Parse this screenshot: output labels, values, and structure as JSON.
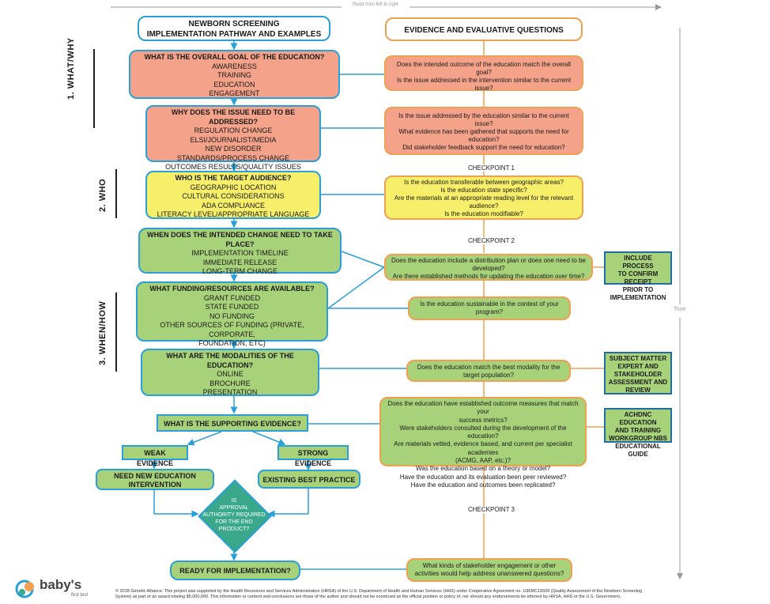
{
  "top_note": "Read from left to right",
  "time_label": "Time",
  "left_title": [
    "NEWBORN SCREENING",
    "IMPLEMENTATION PATHWAY AND EXAMPLES"
  ],
  "right_title": "EVIDENCE AND EVALUATIVE QUESTIONS",
  "sections": {
    "what_why": "1. WHAT/WHY",
    "who": "2. WHO",
    "when_how": "3. WHEN/HOW"
  },
  "boxes": {
    "goal": {
      "header": "WHAT IS THE OVERALL GOAL OF THE EDUCATION?",
      "items": [
        "AWARENESS",
        "TRAINING",
        "EDUCATION",
        "ENGAGEMENT"
      ]
    },
    "issue": {
      "header": "WHY DOES THE ISSUE NEED TO BE ADDRESSED?",
      "items": [
        "REGULATION CHANGE",
        "ELSI/JOURNALIST/MEDIA",
        "NEW DISORDER",
        "STANDARDS/PROCESS CHANGE",
        "OUTCOMES RESULTS/QUALITY ISSUES"
      ]
    },
    "audience": {
      "header": "WHO IS THE TARGET AUDIENCE?",
      "items": [
        "GEOGRAPHIC LOCATION",
        "CULTURAL CONSIDERATIONS",
        "ADA COMPLIANCE",
        "LITERACY LEVEL/APPROPRIATE LANGUAGE"
      ]
    },
    "timing": {
      "header": "WHEN DOES THE INTENDED CHANGE NEED TO TAKE PLACE?",
      "items": [
        "IMPLEMENTATION TIMELINE",
        "IMMEDIATE RELEASE",
        "LONG-TERM CHANGE"
      ]
    },
    "funding": {
      "header": "WHAT FUNDING/RESOURCES ARE AVAILABLE?",
      "items": [
        "GRANT FUNDED",
        "STATE FUNDED",
        "NO FUNDING",
        "OTHER SOURCES OF FUNDING (PRIVATE, CORPORATE,",
        "FOUNDATION, ETC)"
      ]
    },
    "modalities": {
      "header": "WHAT ARE THE MODALITIES OF THE EDUCATION?",
      "items": [
        "ONLINE",
        "BROCHURE",
        "PRESENTATION"
      ]
    }
  },
  "evidence": {
    "supporting": "WHAT IS THE SUPPORTING EVIDENCE?",
    "weak": "WEAK EVIDENCE",
    "strong": "STRONG EVIDENCE",
    "new_intervention": [
      "NEED NEW EDUCATION",
      "INTERVENTION"
    ],
    "best_practice": "EXISTING BEST PRACTICE",
    "approval": [
      "IS",
      "APPROVAL",
      "AUTHORITY REQUIRED",
      "FOR THE END",
      "PRODUCT?"
    ],
    "ready": "READY FOR IMPLEMENTATION?"
  },
  "questions": {
    "q1": [
      "Does the intended outcome of the education match the overall",
      "goal?",
      "Is the issue addressed in the intervention similar to the current issue?"
    ],
    "q2": [
      "Is the issue addressed by the education similar to the current",
      "issue?",
      "What evidence has been gathered that supports the need for",
      "education?",
      "Did stakeholder feedback support the need for education?"
    ],
    "q3": [
      "Is the education transferable between geographic areas?",
      "Is the education state specific?",
      "Are the materials at an appropriate reading level for the relevant",
      "audience?",
      "Is the education modifiable?"
    ],
    "q4": [
      "Does the education include a distribution plan or does one need to be",
      "developed?",
      "Are there established methods for updating the education over time?"
    ],
    "q5": [
      "Is the education sustainable in the context of your",
      "program?"
    ],
    "q6": [
      "Does the education match the best modality for the",
      "target population?"
    ],
    "q7": [
      "Does the education have established outcome measures that match your",
      "success metrics?",
      "Were stakeholders consulted during the development of the education?",
      "Are materials vetted, evidence based, and current per specialist academies",
      "(ACMG, AAP, etc.)?",
      "Was the education based on a theory or model?",
      "Have the education and its evaluation been peer reviewed?",
      "Have the education and outcomes been replicated?"
    ],
    "q8": [
      "What kinds of stakeholder engagement or other",
      "activities would help address unanswered questions?"
    ]
  },
  "checkpoints": {
    "c1": "CHECKPOINT 1",
    "c2": "CHECKPOINT 2",
    "c3": "CHECKPOINT 3"
  },
  "side_boxes": {
    "s1": [
      "INCLUDE PROCESS",
      "TO CONFIRM RECEIPT",
      "PRIOR TO",
      "IMPLEMENTATION"
    ],
    "s2": [
      "SUBJECT MATTER",
      "EXPERT AND",
      "STAKEHOLDER",
      "ASSESSMENT AND",
      "REVIEW"
    ],
    "s3": [
      "ACHDNC EDUCATION",
      "AND TRAINING",
      "WORKGROUP NBS",
      "EDUCATIONAL GUIDE"
    ]
  },
  "logo": {
    "name": "baby's",
    "tagline": "first test"
  },
  "footer": [
    "© 2018 Genetic Alliance. This project was supported by the Health Resources and Services Administration (HRSA) of the U.S. Department of Health and Human Services (HHS) under Cooperative Agreement no. U36MC16509 (Quality Assessment of the Newborn Screening",
    "System) as part of an award totaling $5,000,000. This information or content and conclusions are those of the author and should not be construed as the official position or policy of, nor should any endorsements be inferred by HRSA, HHS or the U.S. Government."
  ],
  "colors": {
    "blue": "#2a9fd8",
    "orange": "#f0a050",
    "salmon": "#f4a38a",
    "yellow": "#f7ef6a",
    "green": "#a8d27a",
    "teal": "#3aa88a"
  }
}
